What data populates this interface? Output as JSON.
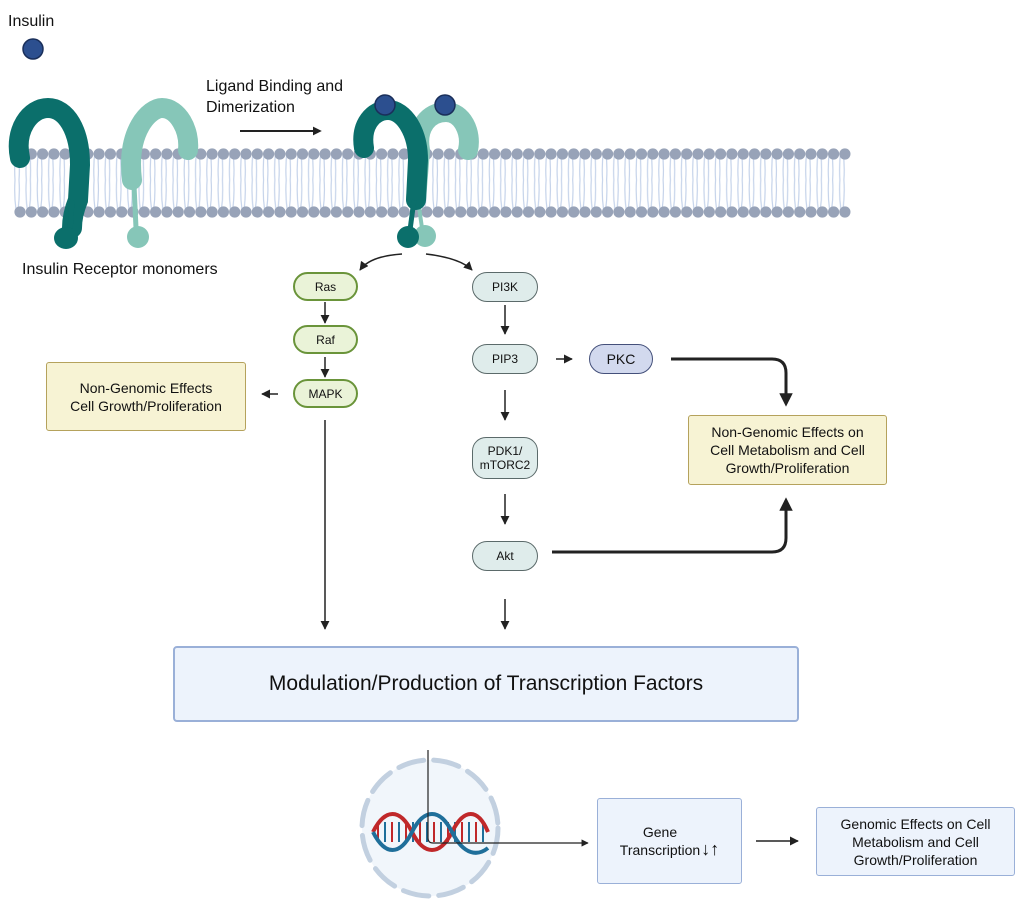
{
  "title": "Insulin receptor signaling pathway",
  "labels": {
    "insulin": "Insulin",
    "ligand_binding": "Ligand Binding and",
    "dimerization": "Dimerization",
    "receptor_monomers": "Insulin Receptor monomers"
  },
  "mapk_pathway": {
    "ras": "Ras",
    "raf": "Raf",
    "mapk": "MAPK"
  },
  "pi3k_pathway": {
    "pi3k": "PI3K",
    "pip3": "PIP3",
    "pkc": "PKC",
    "pdk1_line1": "PDK1/",
    "pdk1_line2": "mTORC2",
    "akt": "Akt"
  },
  "effects": {
    "non_genomic_growth_line1": "Non-Genomic Effects",
    "non_genomic_growth_line2": "Cell Growth/Proliferation",
    "non_genomic_metabolism_line1": "Non-Genomic Effects on",
    "non_genomic_metabolism_line2": "Cell Metabolism and Cell",
    "non_genomic_metabolism_line3": "Growth/Proliferation",
    "transcription_factors": "Modulation/Production of Transcription Factors",
    "gene_line1": "Gene",
    "gene_line2": "Transcription",
    "gene_arrows": "↓↑",
    "genomic_line1": "Genomic Effects on Cell",
    "genomic_line2": "Metabolism and Cell",
    "genomic_line3": "Growth/Proliferation"
  },
  "colors": {
    "receptor_dark": "#0b6f6b",
    "receptor_light": "#86c6b8",
    "insulin": "#2c4f8f",
    "membrane_head": "#98a3b8",
    "membrane_tail": "#c5d3ea",
    "dna_red": "#c0282a",
    "dna_blue": "#1f6f9a"
  }
}
